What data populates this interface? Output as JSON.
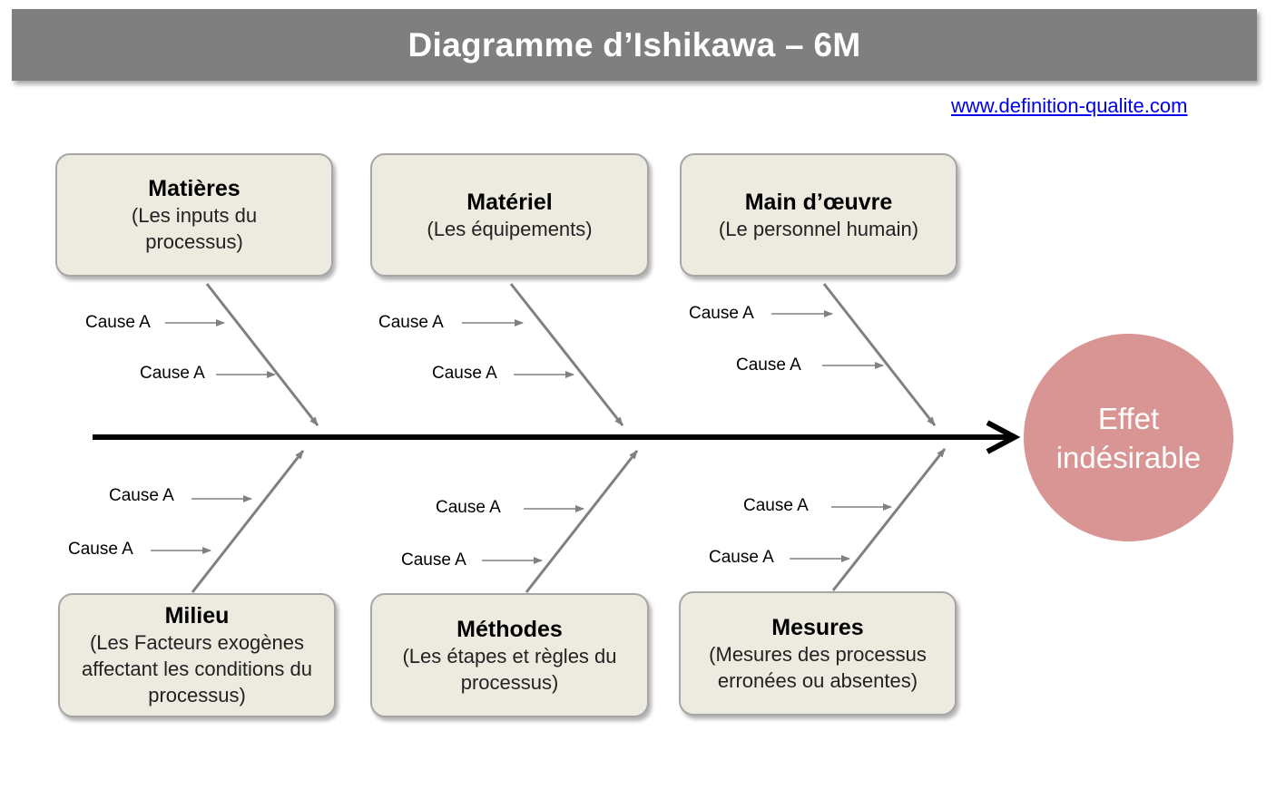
{
  "title": "Diagramme d’Ishikawa – 6M",
  "link": "www.definition-qualite.com",
  "categories": [
    {
      "title": "Matières",
      "desc": "(Les inputs du processus)"
    },
    {
      "title": "Matériel",
      "desc": "(Les équipements)"
    },
    {
      "title": "Main d’œuvre",
      "desc": "(Le personnel humain)"
    },
    {
      "title": "Milieu",
      "desc": "(Les Facteurs exogènes affectant les conditions du processus)"
    },
    {
      "title": "Méthodes",
      "desc": "(Les étapes et règles du processus)"
    },
    {
      "title": "Mesures",
      "desc": "(Mesures des processus erronées ou absentes)"
    }
  ],
  "cause_label": "Cause A",
  "effect": {
    "line1": "Effet",
    "line2": "indésirable"
  },
  "colors": {
    "title_bar": "#7f7f7f",
    "box_fill": "#edebe0",
    "effect_fill": "#d99594",
    "spine": "#000000",
    "bone": "#808080"
  }
}
